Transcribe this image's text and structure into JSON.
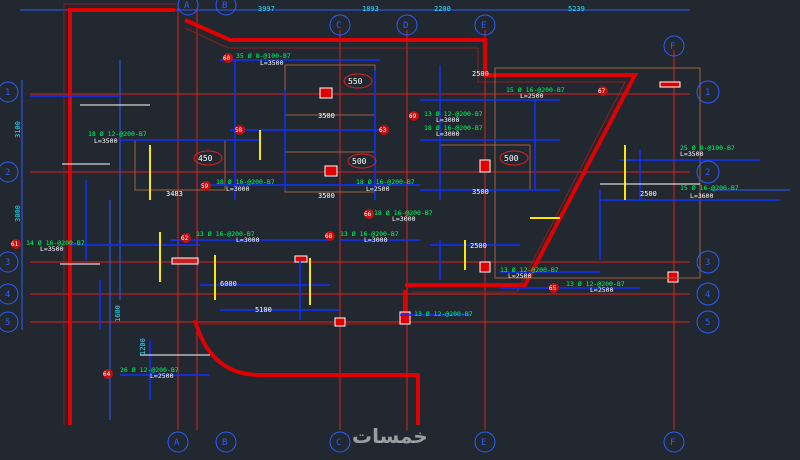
{
  "drawing": {
    "colors": {
      "background": "#212830",
      "grid_line": "#e02020",
      "grid_bubble": "#2d5cff",
      "wall": "#e00000",
      "rebar_blue": "#1030ff",
      "rebar_text": "#00ff60",
      "label_cyan": "#20e0ff",
      "white": "#ffffff",
      "yellow": "#ffe600",
      "orange": "#e07020"
    },
    "grid_bubbles_top": [
      "A",
      "B",
      "C",
      "D",
      "E",
      "F"
    ],
    "grid_bubbles_bottom": [
      "A",
      "B",
      "C",
      "E",
      "F"
    ],
    "grid_bubbles_left": [
      "1",
      "2",
      "3",
      "4",
      "5"
    ],
    "grid_bubbles_right": [
      "1",
      "2",
      "3",
      "4",
      "5"
    ],
    "top_dimensions": [
      "3997",
      "1893",
      "2200",
      "5239"
    ],
    "left_dimensions": [
      "3100",
      "3000",
      "1600",
      "1200"
    ],
    "slab_marks": [
      "550",
      "450",
      "500",
      "500"
    ],
    "rebar_labels": [
      "35 Ø 8-@100-B7",
      "L=3500",
      "15 Ø 16-@200-B7",
      "L=2500",
      "18 Ø 12-@200-B7",
      "L=3500",
      "13 Ø 12-@200-B7",
      "L=3000",
      "18 Ø 16-@200-B7",
      "L=3000",
      "25 Ø 8-@100-B7",
      "L=3500",
      "15 Ø 16-@200-B7",
      "L=3600",
      "18 Ø 16-@200-B7",
      "L=3000",
      "18 Ø 16-@200-B7",
      "L=2500",
      "18 Ø 16-@200-B7",
      "L=3000",
      "13 Ø 16-@200-B7",
      "L=3000",
      "13 Ø 16-@200-B7",
      "L=3000",
      "13 Ø 12-@200-B7",
      "L=2500",
      "13 Ø 12-@200-B7",
      "L=2500",
      "13 Ø 12-@200-B7",
      "26 Ø 12-@200-B7",
      "L=2500",
      "14 Ø 16-@200-B7",
      "L=3500"
    ],
    "mark_numbers": [
      "60",
      "67",
      "63",
      "66",
      "62",
      "65",
      "61",
      "69",
      "64",
      "68",
      "58",
      "59"
    ],
    "span_dims": [
      "3500",
      "3483",
      "3500",
      "3500",
      "2500",
      "2500",
      "6000",
      "5100",
      "2500"
    ],
    "watermark": "خمسات"
  }
}
